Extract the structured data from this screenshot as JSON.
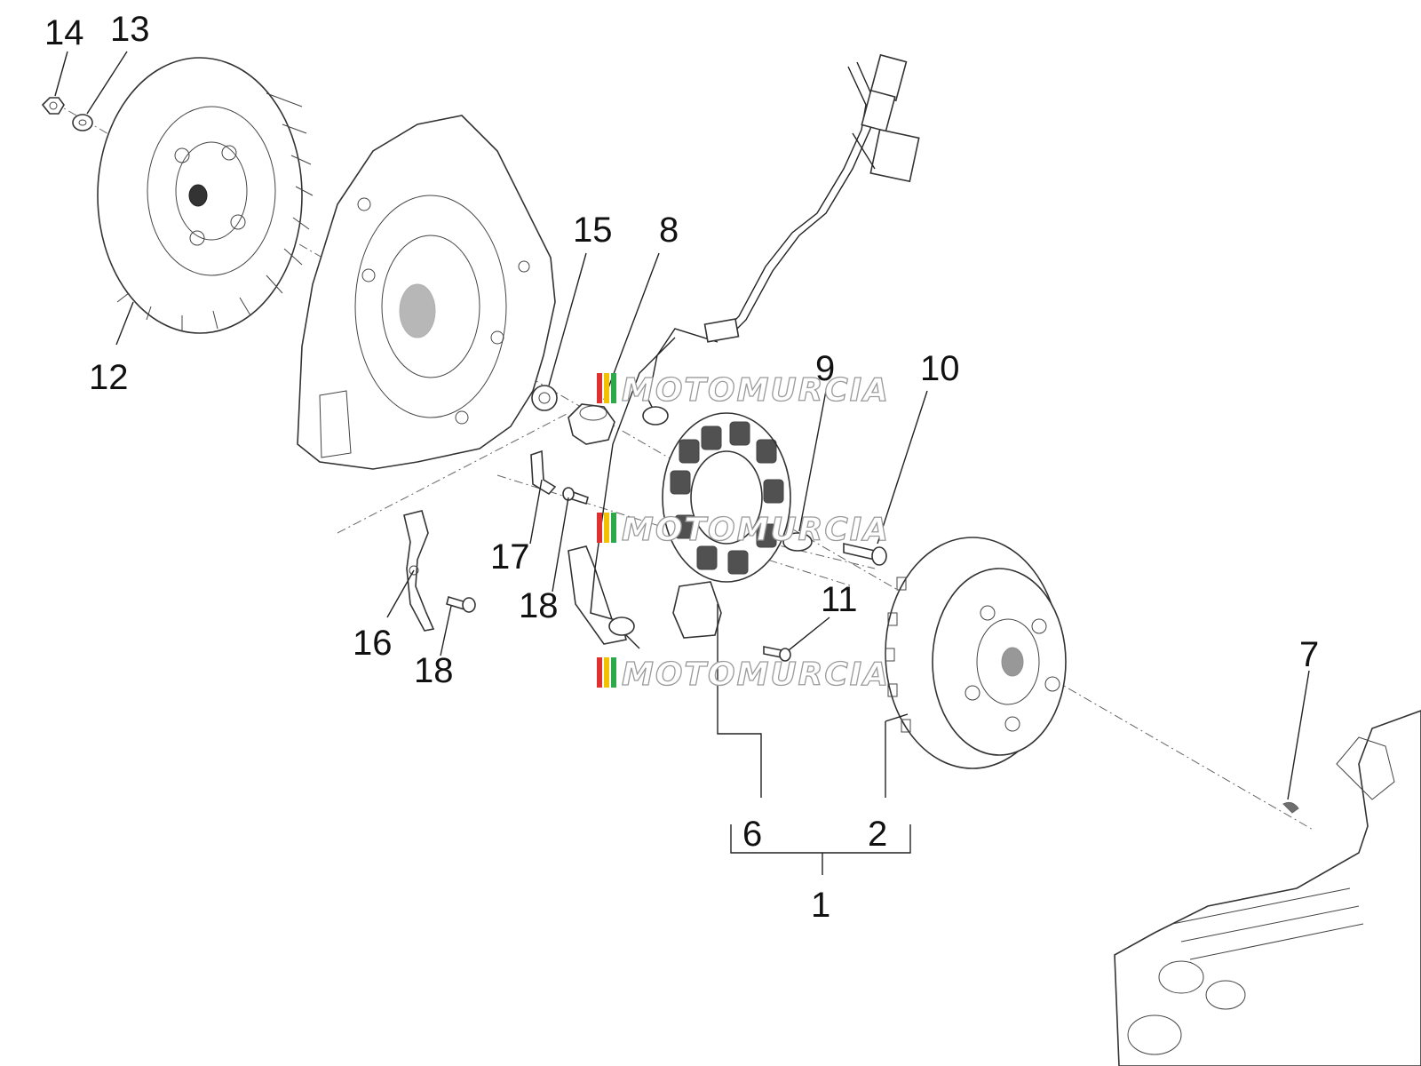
{
  "callouts": {
    "c1": "1",
    "c2": "2",
    "c6": "6",
    "c7": "7",
    "c8": "8",
    "c9": "9",
    "c10": "10",
    "c11": "11",
    "c12": "12",
    "c13": "13",
    "c14": "14",
    "c15": "15",
    "c16": "16",
    "c17": "17",
    "c18a": "18",
    "c18b": "18"
  },
  "watermark": {
    "text": "MOTOMURCIA"
  },
  "colors": {
    "stripe_red": "#e03030",
    "stripe_yellow": "#f2c200",
    "stripe_green": "#2da84a",
    "line": "#222222"
  }
}
